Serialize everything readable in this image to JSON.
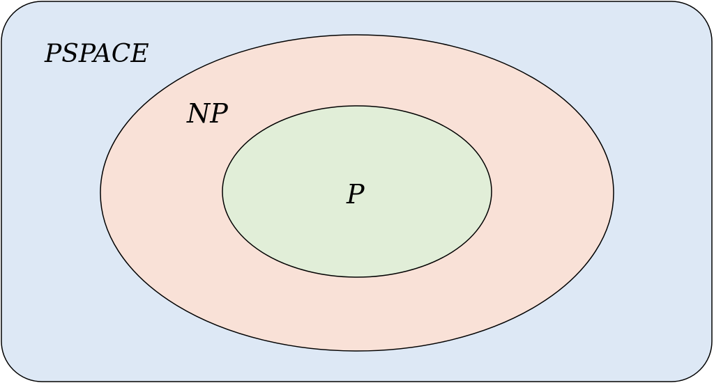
{
  "diagram": {
    "outer": {
      "label": "PSPACE",
      "fill": "#dde8f5",
      "stroke": "#000000"
    },
    "middle": {
      "label": "NP",
      "fill": "#f9e1d7",
      "stroke": "#000000"
    },
    "inner": {
      "label": "P",
      "fill": "#e1eed8",
      "stroke": "#000000"
    }
  }
}
